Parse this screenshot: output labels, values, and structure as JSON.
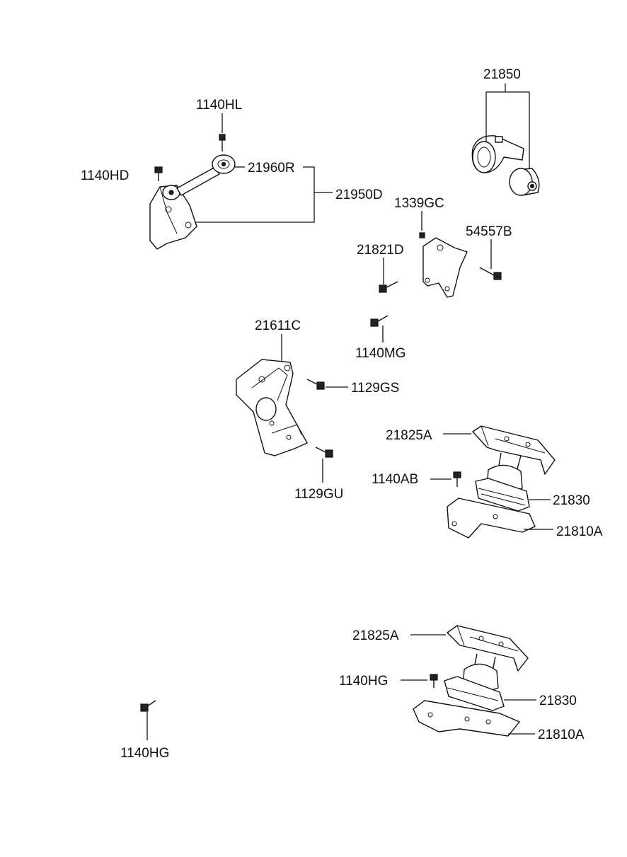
{
  "labels": {
    "p21850": "21850",
    "p1140HL": "1140HL",
    "p1140HD": "1140HD",
    "p21960R": "21960R",
    "p21950D": "21950D",
    "p1339GC": "1339GC",
    "p54557B": "54557B",
    "p21821D": "21821D",
    "p21611C": "21611C",
    "p1140MG": "1140MG",
    "p1129GS": "1129GS",
    "p1129GU": "1129GU",
    "p21825A_top": "21825A",
    "p1140AB": "1140AB",
    "p21830_top": "21830",
    "p21810A_top": "21810A",
    "p21825A_bot": "21825A",
    "p1140HG_right": "1140HG",
    "p21830_bot": "21830",
    "p21810A_bot": "21810A",
    "p1140HG_left": "1140HG"
  }
}
